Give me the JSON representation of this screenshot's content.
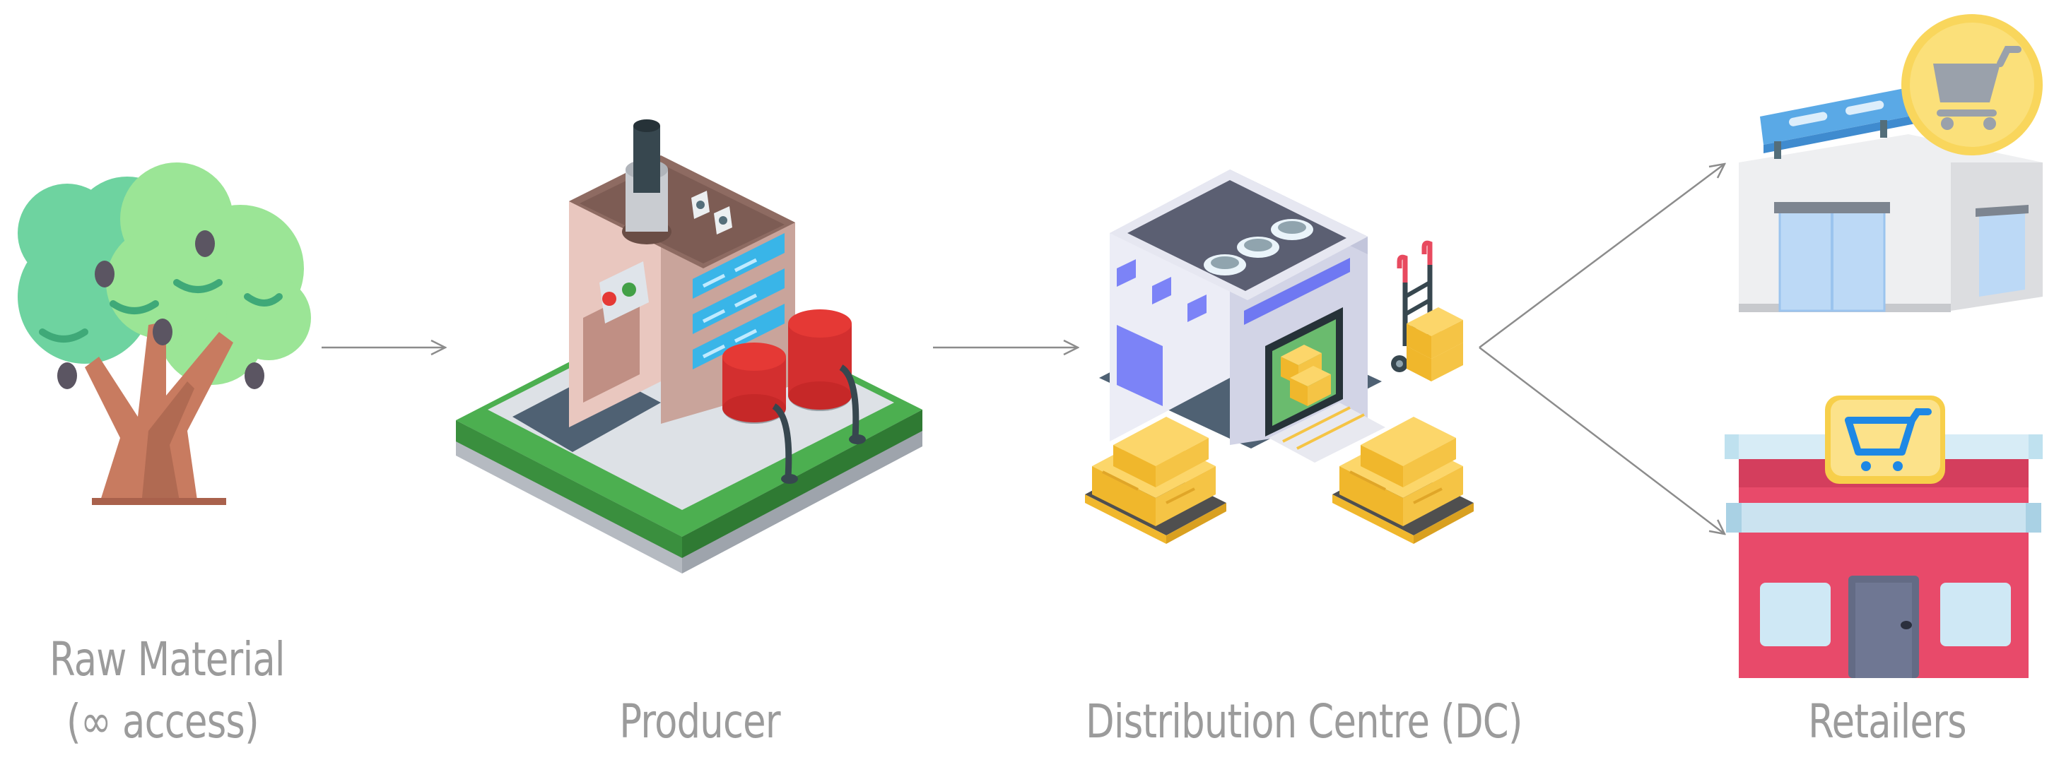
{
  "nodes": {
    "raw_material": {
      "line1": "Raw Material",
      "line2": "(∞ access)",
      "icon": "tree-icon"
    },
    "producer": {
      "label": "Producer",
      "icon": "factory-icon"
    },
    "distribution_centre": {
      "label": "Distribution Centre (DC)",
      "icon": "warehouse-icon"
    },
    "retailers": {
      "label": "Retailers",
      "icons": [
        "supermarket-icon",
        "shop-icon"
      ]
    }
  },
  "colors": {
    "label_text": "#9b9b9b",
    "arrow": "#8c8c8c"
  }
}
